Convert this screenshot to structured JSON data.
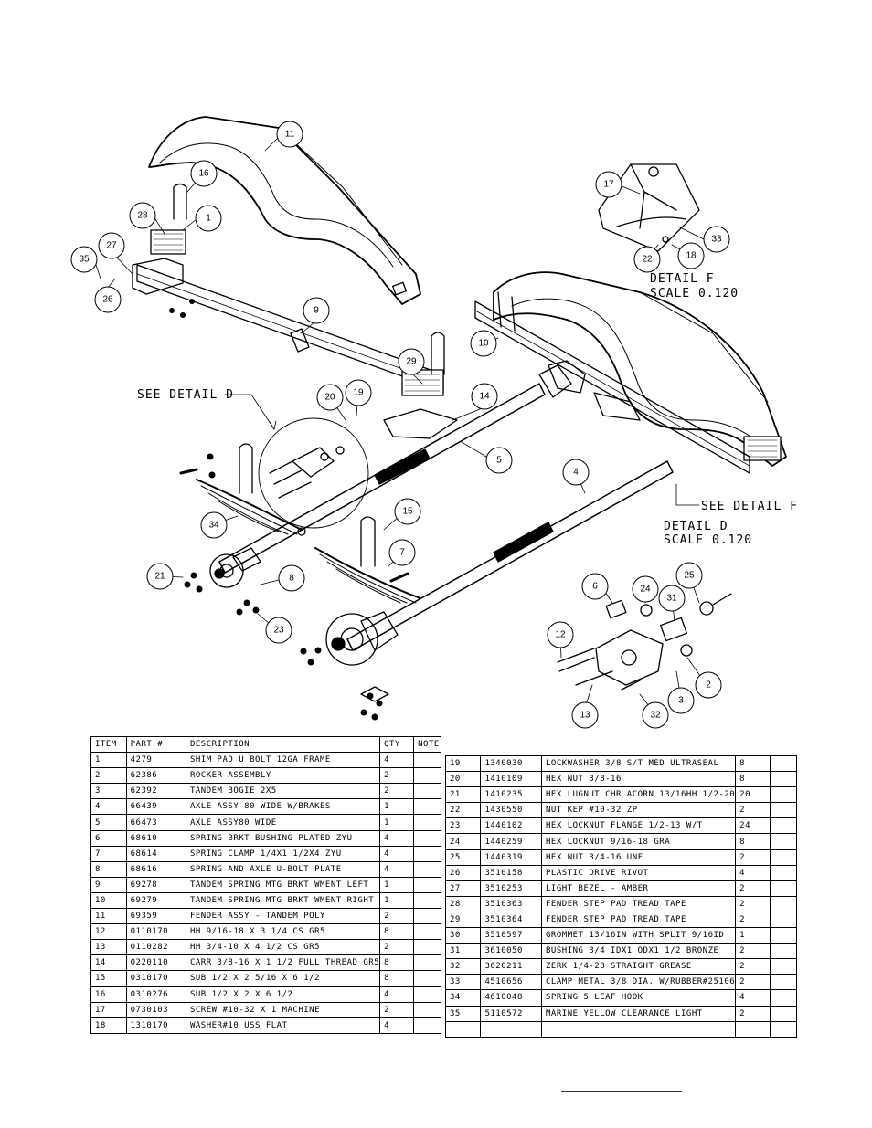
{
  "callouts": {
    "c1": "1",
    "c2": "2",
    "c3": "3",
    "c4": "4",
    "c5": "5",
    "c6": "6",
    "c7": "7",
    "c8": "8",
    "c9": "9",
    "c10": "10",
    "c11": "11",
    "c12": "12",
    "c13": "13",
    "c14": "14",
    "c15": "15",
    "c16": "16",
    "c17": "17",
    "c18": "18",
    "c19": "19",
    "c20": "20",
    "c21": "21",
    "c22": "22",
    "c23": "23",
    "c24": "24",
    "c25": "25",
    "c26": "26",
    "c27": "27",
    "c28": "28",
    "c29": "29",
    "c31": "31",
    "c32": "32",
    "c33": "33",
    "c34": "34",
    "c35": "35"
  },
  "details": {
    "see_detail_d": "SEE DETAIL  D",
    "see_detail_f": "SEE DETAIL  F",
    "detail_f_title": "DETAIL  F",
    "detail_f_scale": "SCALE  0.120",
    "detail_d_title": "DETAIL  D",
    "detail_d_scale": "SCALE  0.120"
  },
  "table": {
    "headers": {
      "item": "ITEM",
      "part": "PART #",
      "description": "DESCRIPTION",
      "qty": "QTY",
      "note": "NOTE"
    },
    "left_rows": [
      [
        "1",
        "4279",
        "SHIM PAD   U BOLT 12GA FRAME",
        "4"
      ],
      [
        "2",
        "62386",
        "ROCKER ASSEMBLY",
        "2"
      ],
      [
        "3",
        "62392",
        "TANDEM BOGIE   2X5",
        "2"
      ],
      [
        "4",
        "66439",
        "AXLE ASSY 80 WIDE W/BRAKES",
        "1"
      ],
      [
        "5",
        "66473",
        "AXLE ASSY80 WIDE",
        "1"
      ],
      [
        "6",
        "68610",
        "SPRING BRKT BUSHING PLATED ZYU",
        "4"
      ],
      [
        "7",
        "68614",
        "SPRING CLAMP   1/4X1 1/2X4  ZYU",
        "4"
      ],
      [
        "8",
        "68616",
        "SPRING AND AXLE U-BOLT PLATE",
        "4"
      ],
      [
        "9",
        "69278",
        "TANDEM SPRING MTG BRKT WMENT LEFT",
        "1"
      ],
      [
        "10",
        "69279",
        "TANDEM SPRING MTG BRKT WMENT RIGHT",
        "1"
      ],
      [
        "11",
        "69359",
        "FENDER ASSY - TANDEM POLY",
        "2"
      ],
      [
        "12",
        "0110170",
        "HH 9/16-18 X 3 1/4 CS GR5",
        "8"
      ],
      [
        "13",
        "0110282",
        "HH 3/4-10 X 4 1/2 CS GR5",
        "2"
      ],
      [
        "14",
        "0220110",
        "CARR 3/8-16 X 1 1/2 FULL THREAD GR5",
        "8"
      ],
      [
        "15",
        "0310170",
        "SUB 1/2 X 2 5/16 X 6 1/2",
        "8"
      ],
      [
        "16",
        "0310276",
        "SUB 1/2 X 2 X 6 1/2",
        "4"
      ],
      [
        "17",
        "0730103",
        "SCREW #10-32 X 1 MACHINE",
        "2"
      ],
      [
        "18",
        "1310170",
        "WASHER#10 USS FLAT",
        "4"
      ]
    ],
    "right_rows": [
      [
        "19",
        "1340030",
        "LOCKWASHER 3/8 S/T MED ULTRASEAL",
        "8"
      ],
      [
        "20",
        "1410109",
        "HEX NUT 3/8-16",
        "8"
      ],
      [
        "21",
        "1410235",
        "HEX LUGNUT CHR ACORN 13/16HH 1/2-20",
        "20"
      ],
      [
        "22",
        "1430550",
        "NUT KEP #10-32 ZP",
        "2"
      ],
      [
        "23",
        "1440102",
        "HEX LOCKNUT FLANGE 1/2-13 W/T",
        "24"
      ],
      [
        "24",
        "1440259",
        "HEX LOCKNUT 9/16-18 GRA",
        "8"
      ],
      [
        "25",
        "1440319",
        "HEX NUT 3/4-16 UNF",
        "2"
      ],
      [
        "26",
        "3510158",
        "PLASTIC DRIVE RIVOT",
        "4"
      ],
      [
        "27",
        "3510253",
        "LIGHT BEZEL - AMBER",
        "2"
      ],
      [
        "28",
        "3510363",
        "FENDER STEP PAD TREAD TAPE",
        "2"
      ],
      [
        "29",
        "3510364",
        "FENDER STEP PAD TREAD TAPE",
        "2"
      ],
      [
        "30",
        "3510597",
        "GROMMET 13/16IN  WITH SPLIT 9/16ID",
        "1"
      ],
      [
        "31",
        "3610050",
        "BUSHING  3/4 IDX1 ODX1 1/2 BRONZE",
        "2"
      ],
      [
        "32",
        "3620211",
        "ZERK  1/4-28 STRAIGHT GREASE",
        "2"
      ],
      [
        "33",
        "4510656",
        "CLAMP METAL 3/8 DIA. W/RUBBER#25106",
        "2"
      ],
      [
        "34",
        "4610048",
        "SPRING  5 LEAF HOOK",
        "4"
      ],
      [
        "35",
        "5110572",
        "MARINE YELLOW CLEARANCE LIGHT",
        "2"
      ]
    ]
  },
  "colors": {
    "line": "#000000",
    "link": "#1a1aff"
  }
}
